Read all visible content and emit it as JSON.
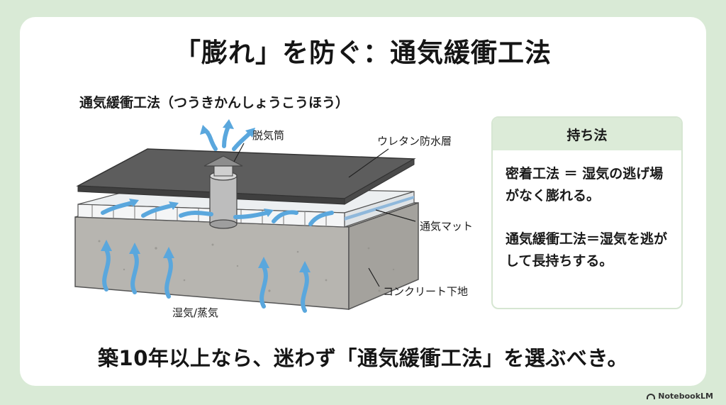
{
  "title": "「膨れ」を防ぐ：通気緩衝工法",
  "diagram": {
    "title": "通気緩衝工法（つうきかんしょうこうほう）",
    "labels": {
      "vent": "脱気筒",
      "urethane": "ウレタン防水層",
      "mat": "通気マット",
      "concrete": "コンクリート下地",
      "moisture": "湿気/蒸気"
    }
  },
  "info_box": {
    "header": "持ち法",
    "line1": "密着工法 ＝ 湿気の逃げ場がなく膨れる。",
    "line2": "通気緩衝工法＝湿気を逃がして長持ちする。"
  },
  "bottom_text": "築10年以上なら、迷わず「通気緩衝工法」を選ぶべき。",
  "brand": "NotebookLM",
  "colors": {
    "background": "#d9ead6",
    "card": "#ffffff",
    "info_header": "#dcebd8",
    "arrow": "#5aa7dd",
    "membrane": "#555555",
    "concrete": "#b8b6b1"
  }
}
